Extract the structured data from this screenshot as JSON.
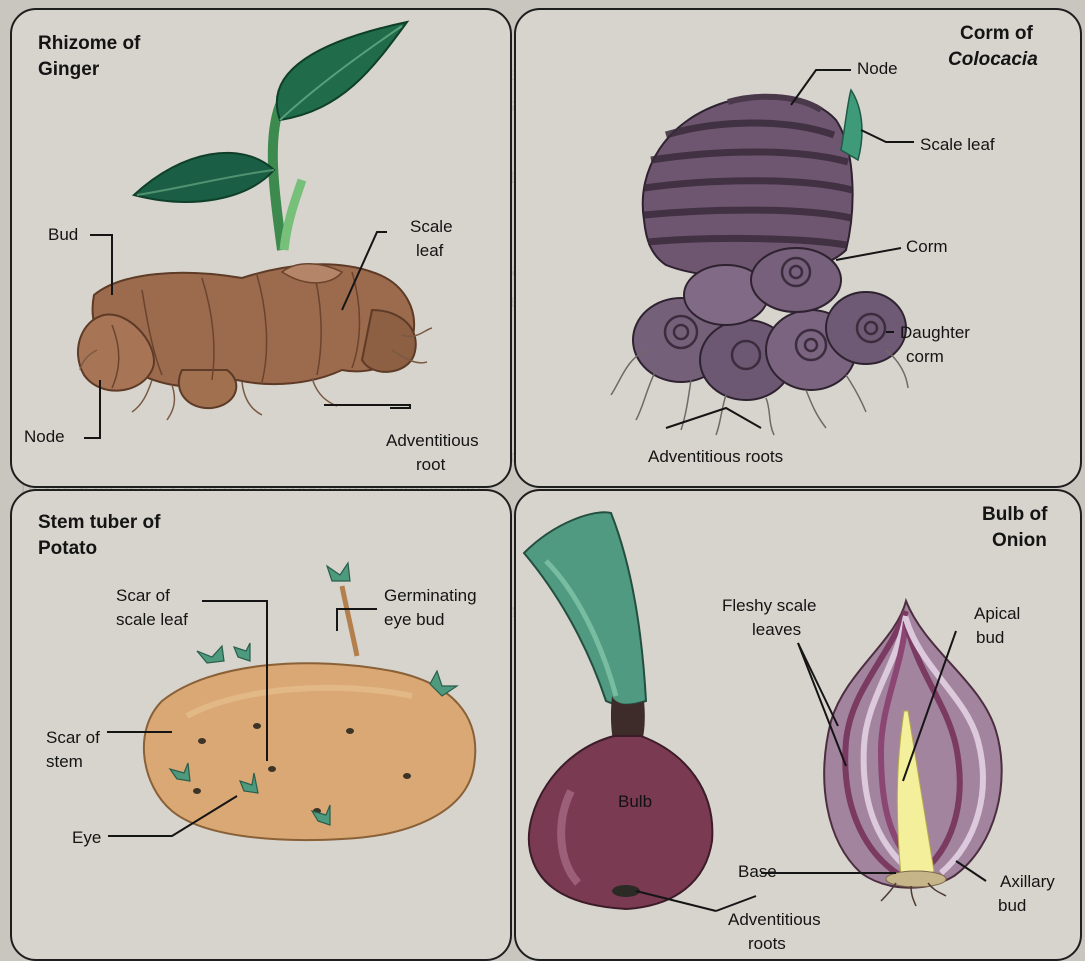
{
  "panels": {
    "ginger": {
      "title_line1": "Rhizome of",
      "title_line2": "Ginger",
      "labels": {
        "bud": "Bud",
        "scale_leaf_1": "Scale",
        "scale_leaf_2": "leaf",
        "node": "Node",
        "adv_root_1": "Adventitious",
        "adv_root_2": "root"
      }
    },
    "colocacia": {
      "title_line1": "Corm of",
      "title_line2": "Colocacia",
      "labels": {
        "node": "Node",
        "scale_leaf": "Scale leaf",
        "corm": "Corm",
        "daughter_1": "Daughter",
        "daughter_2": "corm",
        "adv_roots": "Adventitious roots"
      }
    },
    "potato": {
      "title_line1": "Stem tuber of",
      "title_line2": "Potato",
      "labels": {
        "scar_leaf_1": "Scar of",
        "scar_leaf_2": "scale leaf",
        "germ_1": "Germinating",
        "germ_2": "eye bud",
        "scar_stem_1": "Scar of",
        "scar_stem_2": "stem",
        "eye": "Eye"
      }
    },
    "onion": {
      "title_line1": "Bulb of",
      "title_line2": "Onion",
      "labels": {
        "fleshy_1": "Fleshy scale",
        "fleshy_2": "leaves",
        "apical_1": "Apical",
        "apical_2": "bud",
        "bulb": "Bulb",
        "base": "Base",
        "axillary_1": "Axillary",
        "axillary_2": "bud",
        "adv_1": "Adventitious",
        "adv_2": "roots"
      }
    }
  },
  "colors": {
    "panel_border": "#1e1e1e",
    "ginger_body": "#9c6a4c",
    "leaf_green": "#1f6b4a",
    "corm_purple": "#6e5670",
    "potato_skin": "#d9a874",
    "onion_purple": "#7a3a52"
  }
}
